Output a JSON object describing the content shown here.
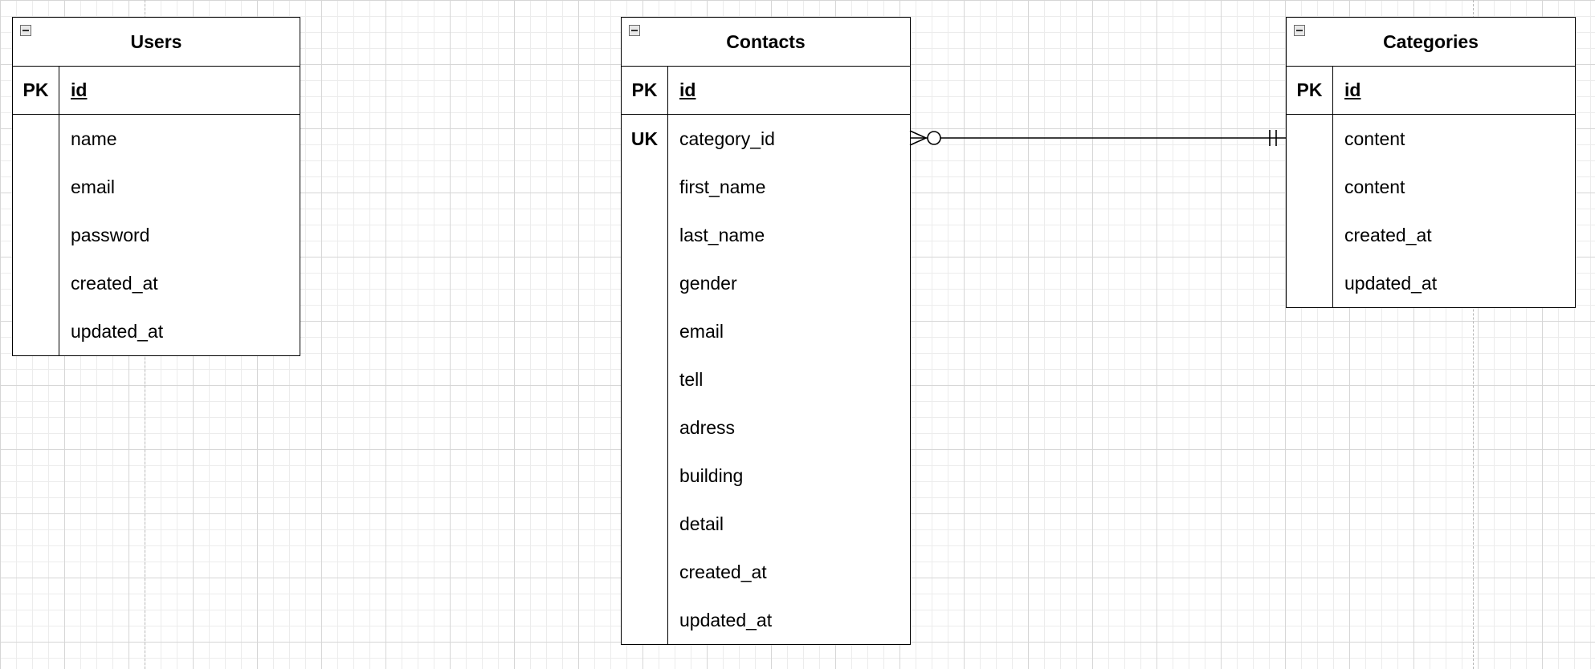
{
  "entities": {
    "users": {
      "title": "Users",
      "pk_label": "PK",
      "pk_field": "id",
      "attributes": [
        {
          "key": "",
          "name": "name"
        },
        {
          "key": "",
          "name": "email"
        },
        {
          "key": "",
          "name": "password"
        },
        {
          "key": "",
          "name": "created_at"
        },
        {
          "key": "",
          "name": "updated_at"
        }
      ]
    },
    "contacts": {
      "title": "Contacts",
      "pk_label": "PK",
      "pk_field": "id",
      "attributes": [
        {
          "key": "UK",
          "name": "category_id"
        },
        {
          "key": "",
          "name": "first_name"
        },
        {
          "key": "",
          "name": "last_name"
        },
        {
          "key": "",
          "name": "gender"
        },
        {
          "key": "",
          "name": "email"
        },
        {
          "key": "",
          "name": "tell"
        },
        {
          "key": "",
          "name": "adress"
        },
        {
          "key": "",
          "name": "building"
        },
        {
          "key": "",
          "name": "detail"
        },
        {
          "key": "",
          "name": "created_at"
        },
        {
          "key": "",
          "name": "updated_at"
        }
      ]
    },
    "categories": {
      "title": "Categories",
      "pk_label": "PK",
      "pk_field": "id",
      "attributes": [
        {
          "key": "",
          "name": "content"
        },
        {
          "key": "",
          "name": "content"
        },
        {
          "key": "",
          "name": "created_at"
        },
        {
          "key": "",
          "name": "updated_at"
        }
      ]
    }
  },
  "relationships": [
    {
      "from": "contacts.category_id",
      "to": "categories",
      "from_cardinality": "zero-or-many",
      "to_cardinality": "exactly-one"
    }
  ]
}
